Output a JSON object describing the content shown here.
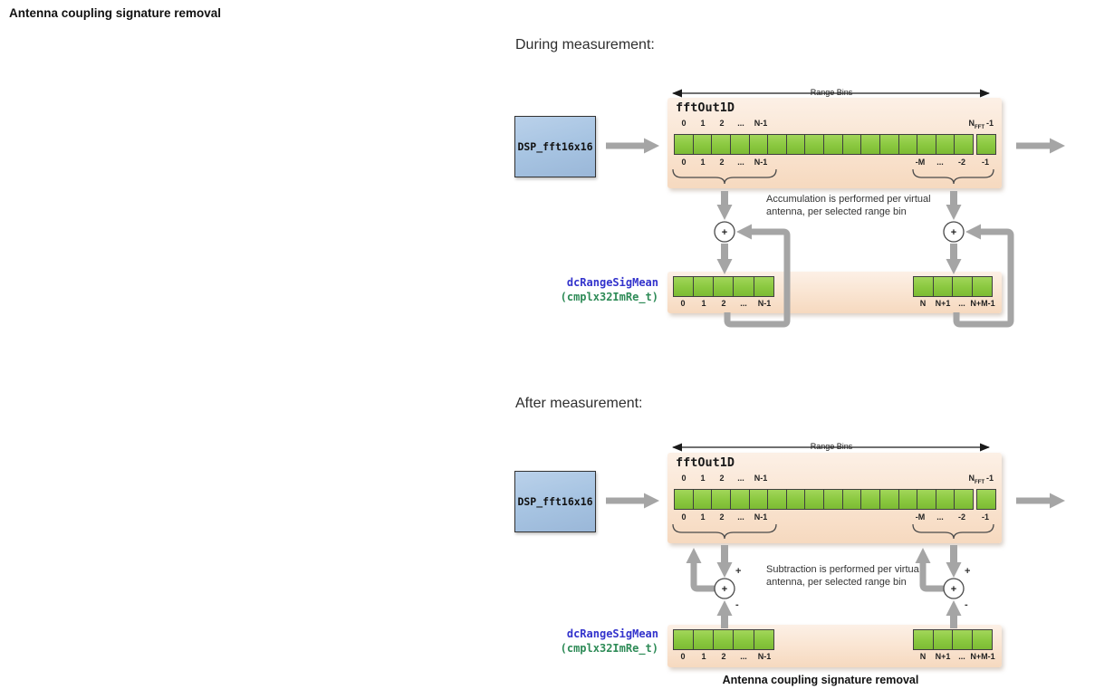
{
  "page": {
    "title": "Antenna coupling signature removal",
    "caption": "Antenna coupling signature removal"
  },
  "colors": {
    "peach_box": "#FAE6D4",
    "green_cell": "#8AC83F",
    "blue_block": "#A7C4E2",
    "arrow_gray": "#A5A5A5",
    "code_blue": "#3333CC",
    "code_green": "#2E8B57"
  },
  "labels": {
    "range_bins": "Range Bins",
    "fft_out": "fftOut1D",
    "dsp_block": "DSP_fft16x16",
    "dc_mean": "dcRangeSigMean",
    "dc_type": "(cmplx32ImRe_t)",
    "plus": "+",
    "minus": "-",
    "nfft": {
      "n": "N",
      "sub": "FFT",
      "tail": "-1"
    }
  },
  "bins": {
    "top_left": [
      "0",
      "1",
      "2",
      "...",
      "N-1"
    ],
    "bottom_left": [
      "0",
      "1",
      "2",
      "...",
      "N-1"
    ],
    "bottom_right": [
      "-M",
      "...",
      "-2",
      "-1"
    ],
    "mean_left": [
      "0",
      "1",
      "2",
      "...",
      "N-1"
    ],
    "mean_right": [
      "N",
      "N+1",
      "...",
      "N+M-1"
    ]
  },
  "sections": {
    "during": {
      "heading": "During measurement:",
      "note_line1": "Accumulation is performed per virtual",
      "note_line2": "antenna, per selected range bin"
    },
    "after": {
      "heading": "After measurement:",
      "note_line1": "Subtraction is performed per virtual",
      "note_line2": "antenna, per selected range bin"
    }
  }
}
